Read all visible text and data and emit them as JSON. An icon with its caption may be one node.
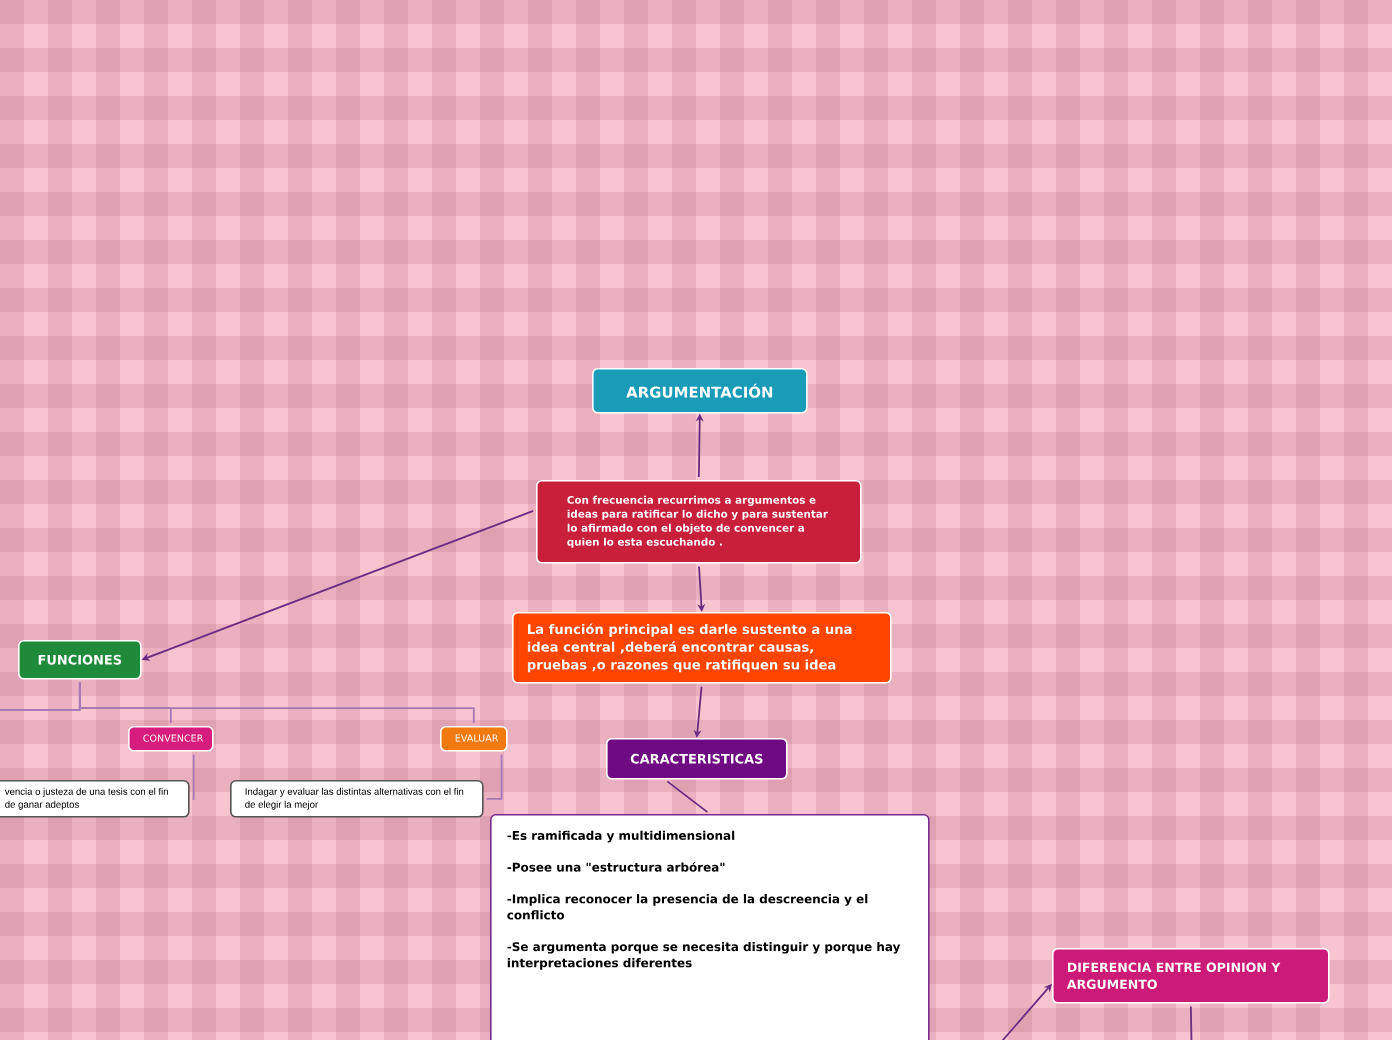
{
  "diagram": {
    "nodes": [
      {
        "text": [
          "ARGUMENTACIÓN"
        ]
      },
      {
        "text": [
          "Con frecuencia recurrimos a argumentos e ideas para ratificar lo dicho y para sustentar lo afirmado con el objeto de convencer a quien lo esta escuchando ."
        ]
      },
      {
        "text": [
          "La función principal es darle sustento a una idea central ,deberá encontrar causas, pruebas ,o razones que ratifiquen su idea"
        ]
      },
      {
        "text": [
          "FUNCIONES"
        ]
      },
      {
        "text": [
          "CONVENCER"
        ]
      },
      {
        "text": [
          "EVALUAR"
        ]
      },
      {
        "text": [
          "vencia o justeza de una tesis con el fin de ganar adeptos"
        ]
      },
      {
        "text": [
          "Indagar y evaluar las distintas alternativas con el fin de elegir la mejor"
        ]
      },
      {
        "text": [
          "CARACTERISTICAS"
        ]
      },
      {
        "text": [
          "-Es ramificada y multidimensional",
          "-Posee una \"estructura arbórea\"",
          "-Implica reconocer la presencia de la descreencia y el conflicto",
          "-Se argumenta porque se necesita distinguir y porque hay interpretaciones diferentes"
        ]
      },
      {
        "text": [
          "DIFERENCIA ENTRE OPINION Y ARGUMENTO"
        ]
      }
    ],
    "edges": [
      {
        "from": 1,
        "to": 0,
        "arrow": "to"
      },
      {
        "from": 1,
        "to": 2,
        "arrow": "to"
      },
      {
        "from": 1,
        "to": 3,
        "arrow": "to"
      },
      {
        "from": 2,
        "to": 8,
        "arrow": "to"
      },
      {
        "from": 8,
        "to": 9,
        "arrow": "none"
      },
      {
        "from": 9,
        "to": 10,
        "arrow": "to"
      },
      {
        "from": 3,
        "to": 4,
        "arrow": "none",
        "color": "#a878b6"
      },
      {
        "from": 3,
        "to": 5,
        "arrow": "none",
        "color": "#a878b6"
      },
      {
        "from": 4,
        "to": 6,
        "arrow": "none",
        "color": "#a878b6"
      },
      {
        "from": 5,
        "to": 7,
        "arrow": "none",
        "color": "#a878b6"
      },
      {
        "from": 3,
        "to": null,
        "arrow": "none",
        "color": "#a878b6"
      },
      {
        "from": 10,
        "to": null,
        "arrow": "none"
      }
    ]
  }
}
